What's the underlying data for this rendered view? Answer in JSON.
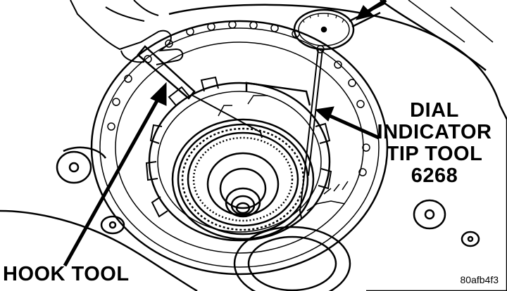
{
  "labels": {
    "dial_indicator": [
      "DIAL",
      "INDICATOR",
      "TIP TOOL",
      "6268"
    ],
    "hook_tool": "HOOK TOOL"
  },
  "figure_id": "80afb4f3",
  "colors": {
    "ink": "#000000",
    "paper": "#ffffff"
  }
}
